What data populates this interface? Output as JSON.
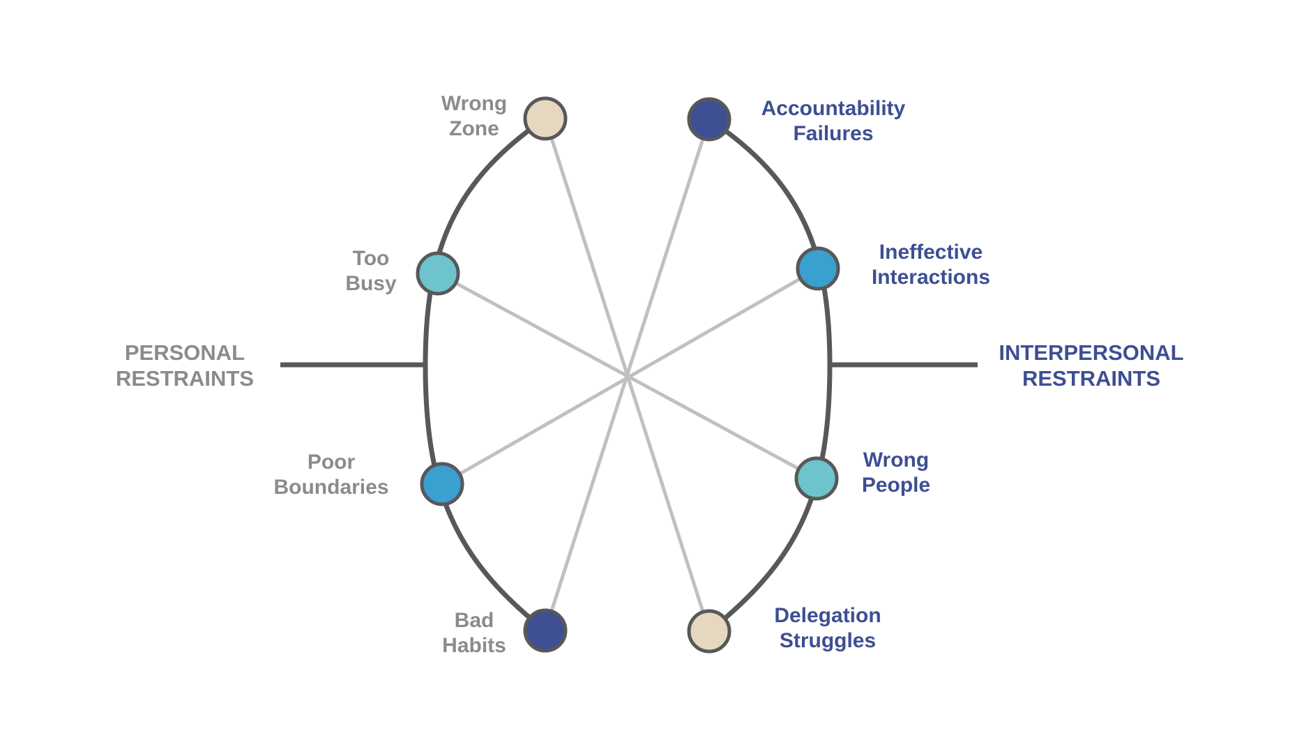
{
  "colors": {
    "personal_text": "#8a8b8e",
    "interpersonal_text": "#3d4f93",
    "arc_stroke": "#58585a",
    "spoke_stroke": "#c0c0c2",
    "beige": "#e6d8c0",
    "navy": "#3e4f94",
    "blue": "#3aa0d0",
    "teal": "#6dc4cc",
    "node_border": "#58585a"
  },
  "groups": {
    "personal": {
      "line1": "PERSONAL",
      "line2": "RESTRAINTS"
    },
    "interpersonal": {
      "line1": "INTERPERSONAL",
      "line2": "RESTRAINTS"
    }
  },
  "nodes": {
    "wrong_zone": {
      "line1": "Wrong",
      "line2": "Zone",
      "fill": "beige"
    },
    "too_busy": {
      "line1": "Too",
      "line2": "Busy",
      "fill": "teal"
    },
    "poor_boundaries": {
      "line1": "Poor",
      "line2": "Boundaries",
      "fill": "blue"
    },
    "bad_habits": {
      "line1": "Bad",
      "line2": "Habits",
      "fill": "navy"
    },
    "accountability_failures": {
      "line1": "Accountability",
      "line2": "Failures",
      "fill": "navy"
    },
    "ineffective_interactions": {
      "line1": "Ineffective",
      "line2": "Interactions",
      "fill": "blue"
    },
    "wrong_people": {
      "line1": "Wrong",
      "line2": "People",
      "fill": "teal"
    },
    "delegation_struggles": {
      "line1": "Delegation",
      "line2": "Struggles",
      "fill": "beige"
    }
  }
}
